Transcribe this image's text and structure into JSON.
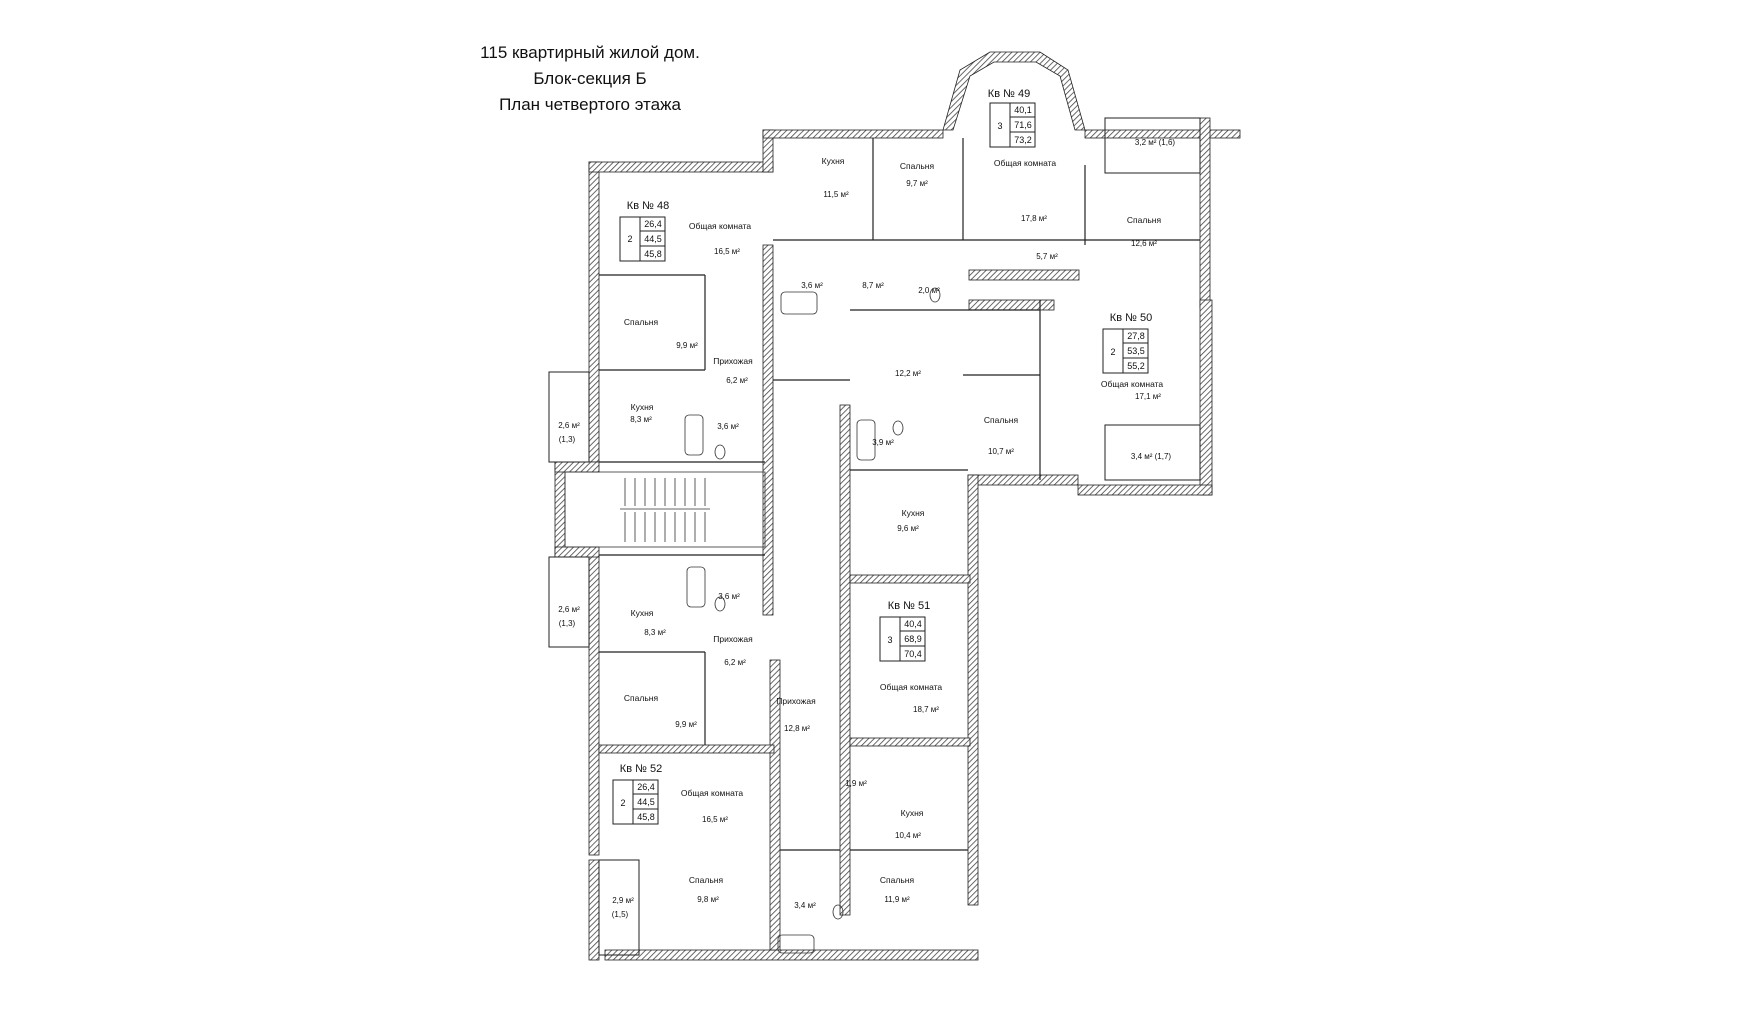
{
  "title": {
    "line1": "115 квартирный жилой дом.",
    "line2": "Блок-секция Б",
    "line3": "План четвертого этажа"
  },
  "apartments": {
    "a48": {
      "label": "Кв № 48",
      "rooms": "2",
      "living": "26,4",
      "total": "44,5",
      "total_with_balcony": "45,8"
    },
    "a49": {
      "label": "Кв № 49",
      "rooms": "3",
      "living": "40,1",
      "total": "71,6",
      "total_with_balcony": "73,2"
    },
    "a50": {
      "label": "Кв № 50",
      "rooms": "2",
      "living": "27,8",
      "total": "53,5",
      "total_with_balcony": "55,2"
    },
    "a51": {
      "label": "Кв № 51",
      "rooms": "3",
      "living": "40,4",
      "total": "68,9",
      "total_with_balcony": "70,4"
    },
    "a52": {
      "label": "Кв № 52",
      "rooms": "2",
      "living": "26,4",
      "total": "44,5",
      "total_with_balcony": "45,8"
    }
  },
  "rooms": {
    "kitchen_49": {
      "name": "Кухня",
      "area": "11,5 м²"
    },
    "bedroom_49a": {
      "name": "Спальня",
      "area": "9,7 м²"
    },
    "living_49": {
      "name": "Общая комната",
      "area": "17,8 м²"
    },
    "balcony_49": {
      "area": "3,2 м²  (1,6)"
    },
    "bedroom_49b": {
      "name": "Спальня",
      "area": "12,6 м²"
    },
    "hall_49": {
      "area": "5,7 м²"
    },
    "bath_49a": {
      "area": "3,6 м²"
    },
    "corridor_49": {
      "area": "8,7 м²"
    },
    "wc_49": {
      "area": "2,0 м²"
    },
    "living_48": {
      "name": "Общая комната",
      "area": "16,5 м²"
    },
    "bedroom_48": {
      "name": "Спальня",
      "area": "9,9 м²"
    },
    "hall_48": {
      "name": "Прихожая",
      "area": "6,2 м²"
    },
    "kitchen_48": {
      "name": "Кухня",
      "area": "8,3 м²"
    },
    "bath_48": {
      "area": "3,6 м²"
    },
    "balcony_48": {
      "area": "2,6 м²",
      "area2": "(1,3)"
    },
    "hall_50": {
      "area": "12,2 м²"
    },
    "living_50": {
      "name": "Общая комната",
      "area": "17,1 м²"
    },
    "bedroom_50": {
      "name": "Спальня",
      "area": "10,7 м²"
    },
    "balcony_50": {
      "area": "3,4 м²  (1,7)"
    },
    "bath_50": {
      "area": "3,9 м²"
    },
    "kitchen_50": {
      "name": "Кухня",
      "area": "9,6 м²"
    },
    "balcony_52": {
      "area": "2,6 м²",
      "area2": "(1,3)"
    },
    "kitchen_52": {
      "name": "Кухня",
      "area": "8,3 м²"
    },
    "bath_52": {
      "area": "3,6 м²"
    },
    "hall_52": {
      "name": "Прихожая",
      "area": "6,2 м²"
    },
    "bedroom_52": {
      "name": "Спальня",
      "area": "9,9 м²"
    },
    "living_52": {
      "name": "Общая комната",
      "area": "16,5 м²"
    },
    "hall_51": {
      "name": "Прихожая",
      "area": "12,8 м²"
    },
    "living_51": {
      "name": "Общая комната",
      "area": "18,7 м²"
    },
    "bath_51a": {
      "area": "1,9 м²"
    },
    "kitchen_51": {
      "name": "Кухня",
      "area": "10,4 м²"
    },
    "balcony_51": {
      "area": "2,9 м²",
      "area2": "(1,5)"
    },
    "bedroom_51a": {
      "name": "Спальня",
      "area": "9,8 м²"
    },
    "bath_51b": {
      "area": "3,4 м²"
    },
    "bedroom_51b": {
      "name": "Спальня",
      "area": "11,9 м²"
    }
  }
}
